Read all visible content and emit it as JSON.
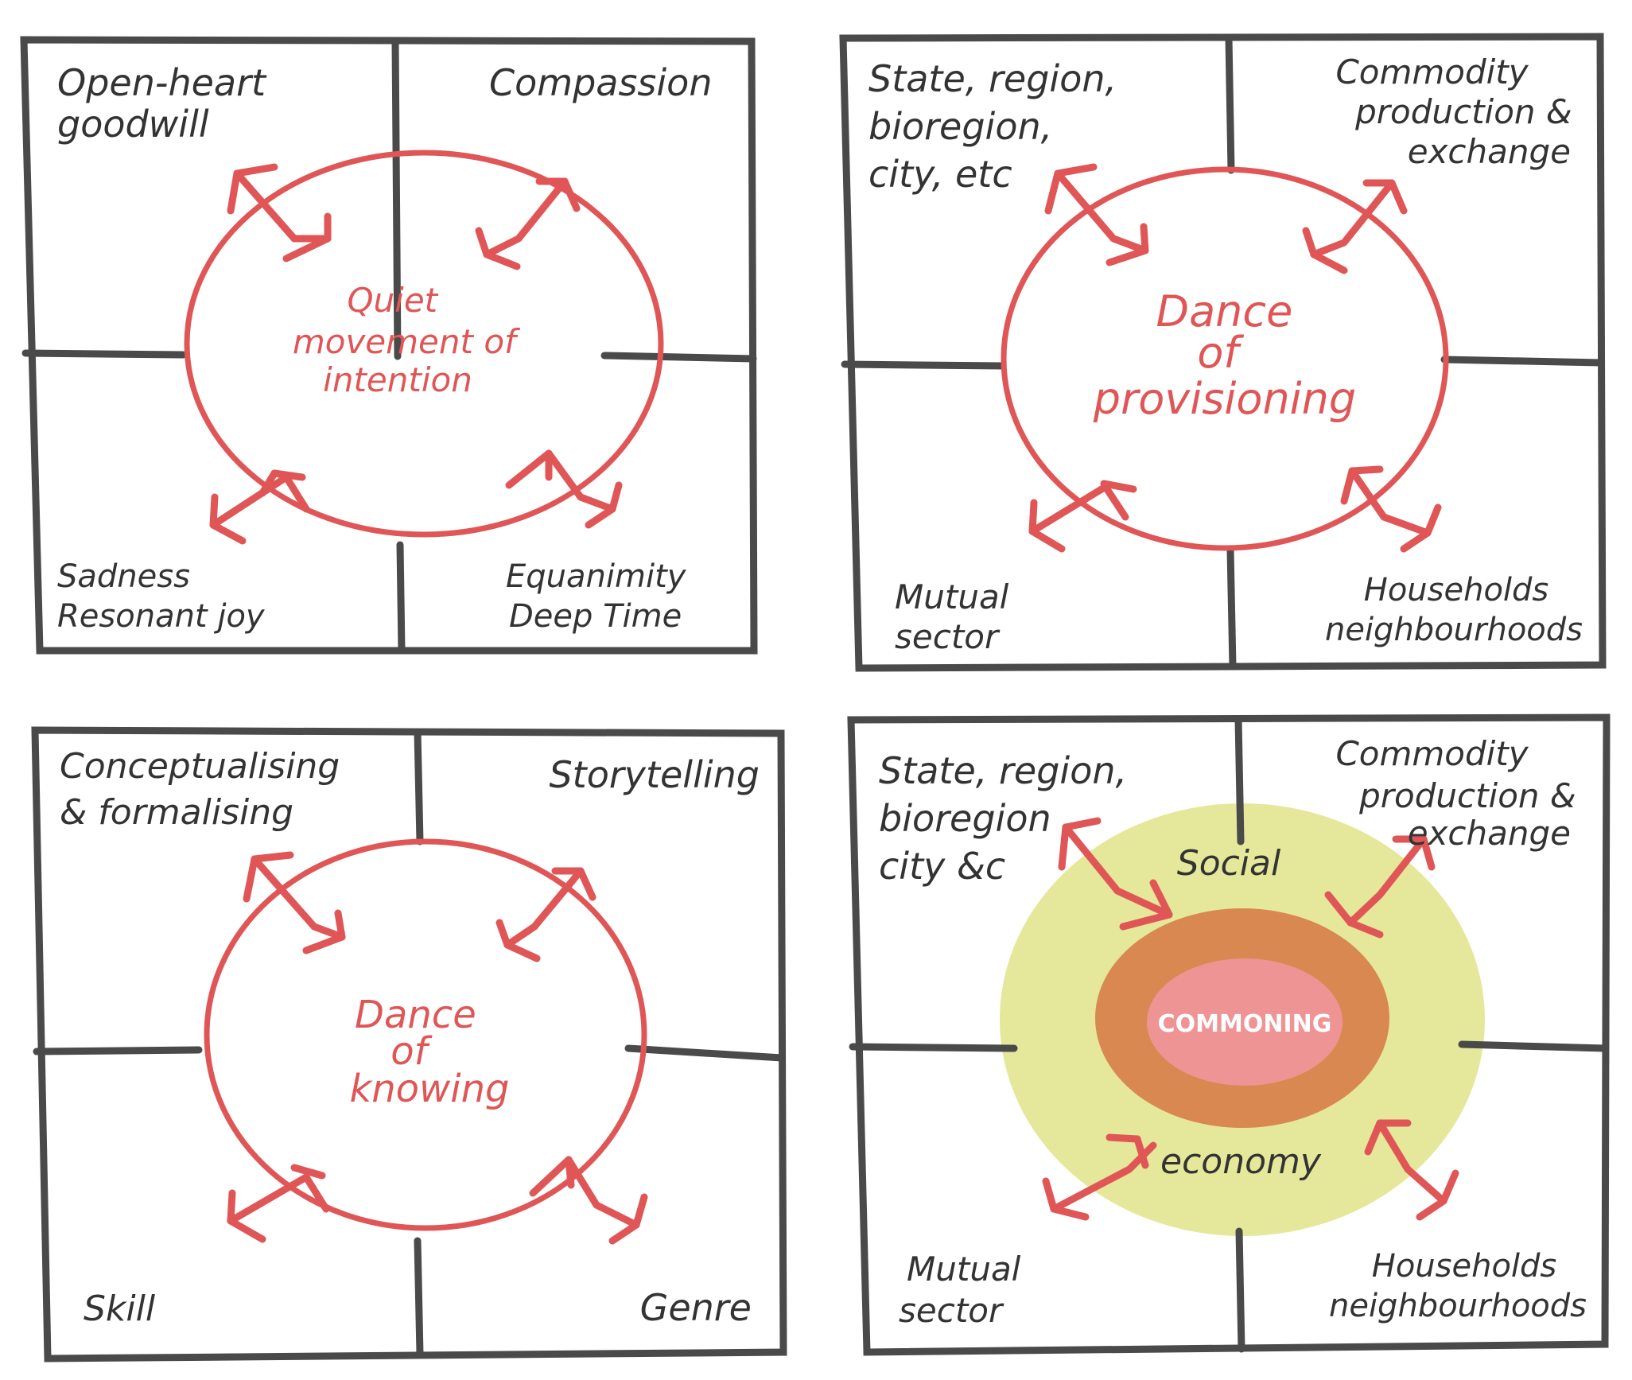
{
  "panels": [
    {
      "id": "intention",
      "center_label": [
        "Quiet",
        "movement of",
        "intention"
      ],
      "quadrants": {
        "top_left": [
          "Open-heart",
          "goodwill"
        ],
        "top_right": [
          "Compassion"
        ],
        "bottom_left": [
          "Sadness",
          "Resonant joy"
        ],
        "bottom_right": [
          "Equanimity",
          "Deep Time"
        ]
      }
    },
    {
      "id": "provisioning",
      "center_label": [
        "Dance",
        "of",
        "provisioning"
      ],
      "quadrants": {
        "top_left": [
          "State, region,",
          "bioregion,",
          "city, etc"
        ],
        "top_right": [
          "Commodity",
          "production &",
          "exchange"
        ],
        "bottom_left": [
          "Mutual",
          "sector"
        ],
        "bottom_right": [
          "Households",
          "neighbourhoods"
        ]
      }
    },
    {
      "id": "knowing",
      "center_label": [
        "Dance",
        "of",
        "knowing"
      ],
      "quadrants": {
        "top_left": [
          "Conceptualising",
          "& formalising"
        ],
        "top_right": [
          "Storytelling"
        ],
        "bottom_left": [
          "Skill"
        ],
        "bottom_right": [
          "Genre"
        ]
      }
    },
    {
      "id": "commoning",
      "core_label": "COMMONING",
      "ring_top_label": "Social",
      "ring_bottom_label": "economy",
      "quadrants": {
        "top_left": [
          "State, region,",
          "bioregion",
          "city &c"
        ],
        "top_right": [
          "Commodity",
          "production &",
          "exchange"
        ],
        "bottom_left": [
          "Mutual",
          "sector"
        ],
        "bottom_right": [
          "Households",
          "neighbourhoods"
        ]
      }
    }
  ],
  "colors": {
    "frame": "#4a4a4a",
    "ink": "#333333",
    "red": "#e05656",
    "halo": "#e5e89a",
    "ring": "#d98852",
    "core": "#ee9494",
    "core_text": "#ffffff"
  }
}
